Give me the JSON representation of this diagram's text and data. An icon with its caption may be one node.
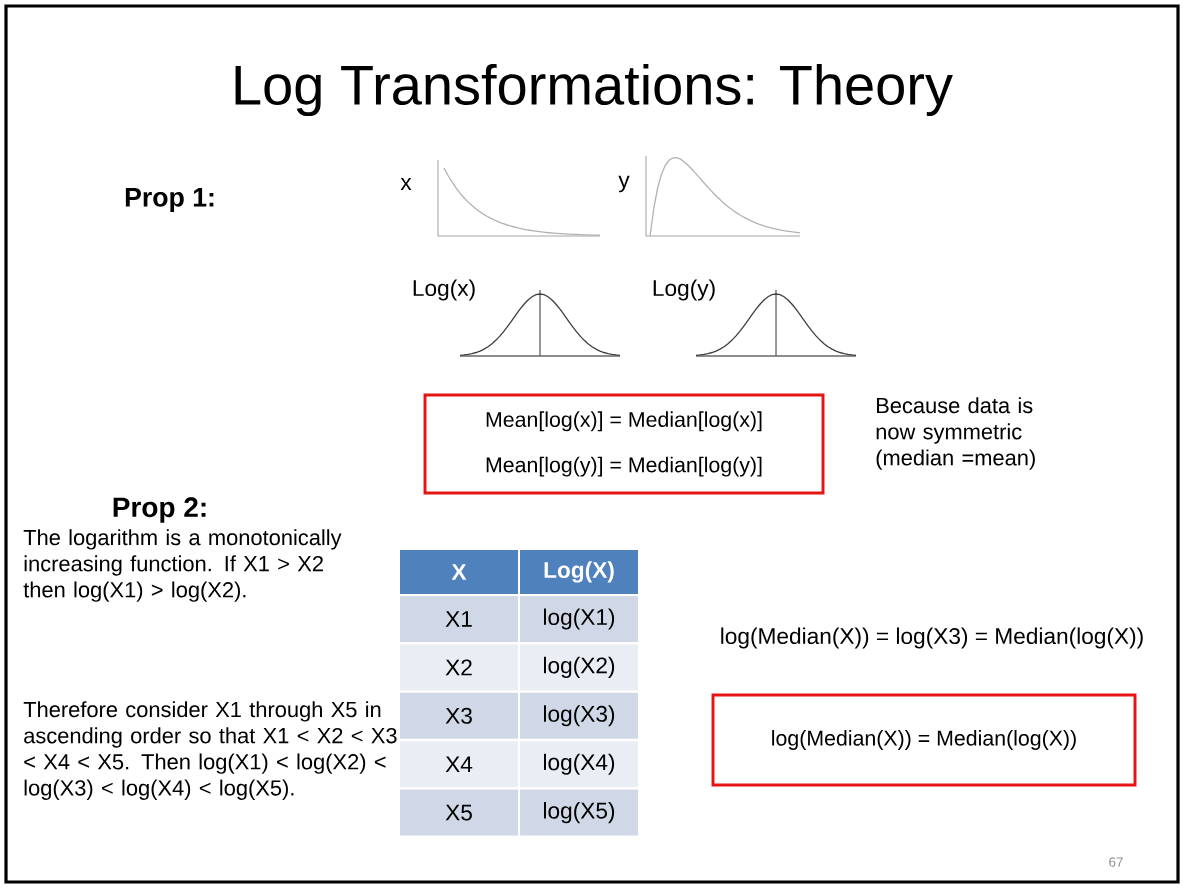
{
  "diagram": {
    "title": "Log Transformations: Theory",
    "nodes": [
      {
        "text": [
          "Mean[log(x)] = Median[log(x)]",
          "Mean[log(y)] = Median[log(y)]"
        ]
      },
      {
        "text": [
          "log(Median(X)) =  Median(log(X))"
        ]
      }
    ],
    "labels": [
      "Prop 1:",
      "x",
      "y",
      "Log(x)",
      "Log(y)",
      "Because data is now symmetric (median =mean)",
      "Prop 2:",
      "The logarithm is a monotonically increasing function. If X1 > X2 then log(X1) > log(X2).",
      "Therefore consider X1 through X5 in ascending order so that X1 < X2 < X3 < X4 < X5. Then log(X1) < log(X2) < log(X3) < log(X4) < log(X5).",
      "X",
      "Log(X)",
      "X1",
      "log(X1)",
      "X2",
      "log(X2)",
      "X3",
      "log(X3)",
      "X4",
      "log(X4)",
      "X5",
      "log(X5)",
      "log(Median(X)) = log(X3) = Median(log(X))",
      "67"
    ]
  }
}
